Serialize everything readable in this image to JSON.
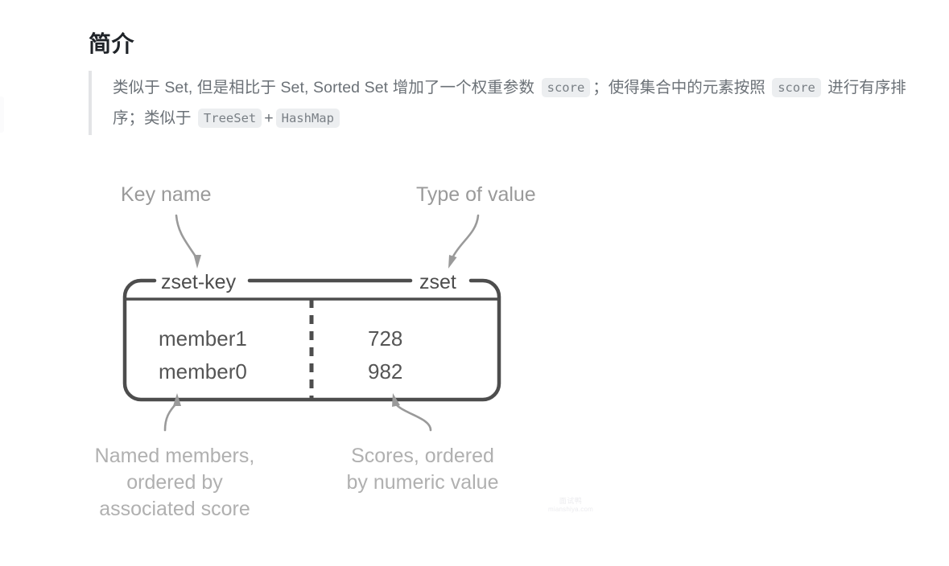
{
  "page": {
    "title": "简介",
    "background": "#ffffff"
  },
  "blockquote": {
    "accent_color": "#e3e4e6",
    "text_color": "#6b7177",
    "segments": [
      {
        "type": "text",
        "value": "类似于 Set, 但是相比于 Set, Sorted Set 增加了一个权重参数 "
      },
      {
        "type": "code",
        "value": "score"
      },
      {
        "type": "text",
        "value": "；使得集合中的元素按照 "
      },
      {
        "type": "code",
        "value": "score"
      },
      {
        "type": "text",
        "value": " 进行有序排序；类似于 "
      },
      {
        "type": "code",
        "value": "TreeSet"
      },
      {
        "type": "text",
        "value": " + "
      },
      {
        "type": "code",
        "value": "HashMap"
      }
    ],
    "part1": "类似于 Set, 但是相比于 Set, Sorted Set 增加了一个权重参数 ",
    "code1": "score",
    "part2": "；使得集合中的元素按照 ",
    "code2": "score",
    "part3": " 进行有序排序；类似于 ",
    "code3": "TreeSet",
    "plus": "+",
    "code4": "HashMap"
  },
  "diagram": {
    "stroke_color": "#4d4d4d",
    "label_color": "#9a9a9a",
    "value_color": "#555555",
    "top_labels": {
      "key_name": "Key name",
      "type_of_value": "Type of value"
    },
    "box_header": {
      "key": "zset-key",
      "type": "zset"
    },
    "rows": [
      {
        "member": "member1",
        "score": "728"
      },
      {
        "member": "member0",
        "score": "982"
      }
    ],
    "bottom_captions": {
      "members": [
        "Named members,",
        "ordered by",
        "associated score"
      ],
      "scores": [
        "Scores, ordered",
        "by numeric value"
      ]
    }
  },
  "watermark": {
    "name": "面试鸭",
    "url": "mianshiya.com"
  }
}
